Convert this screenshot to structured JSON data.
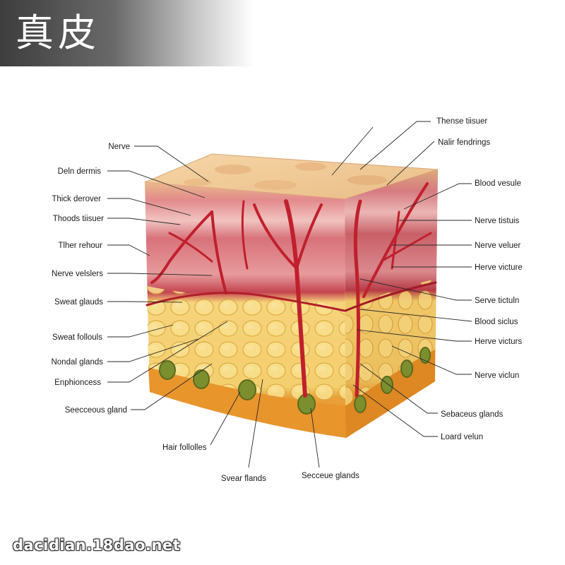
{
  "banner": {
    "title": "真皮"
  },
  "labels": {
    "left": [
      "Nerve",
      "Deln dermis",
      "Thick derover",
      "Thoods tiisuer",
      "Tlher rehour",
      "Nerve velslers",
      "Sweat glauds",
      "Sweat follouls",
      "Nondal glands",
      "Enphioncess",
      "Seecceous gland"
    ],
    "right": [
      "Thense tiisuer",
      "Nalir fendrings",
      "Blood vesule",
      "Nerve tistuis",
      "Nerve veluer",
      "Herve victure",
      "Serve tictuln",
      "Blood siclus",
      "Herve victurs",
      "Nerve viclun",
      "Sebaceus glands",
      "Loard velun"
    ],
    "bottom": [
      "Hair follolles",
      "Svear flands",
      "Secceue glands"
    ]
  },
  "colors": {
    "epidermis_top": "#f1c894",
    "epidermis_side": "#e8b884",
    "dermis_pink": "#de7f87",
    "dermis_red": "#c23a46",
    "fat_yellow": "#f7d77a",
    "fat_side": "#f0c65e",
    "base_orange": "#e9962e",
    "vessel_red": "#c0202c",
    "gland_green": "#7c8f2f"
  },
  "watermark": "dacidian.18dao.net"
}
